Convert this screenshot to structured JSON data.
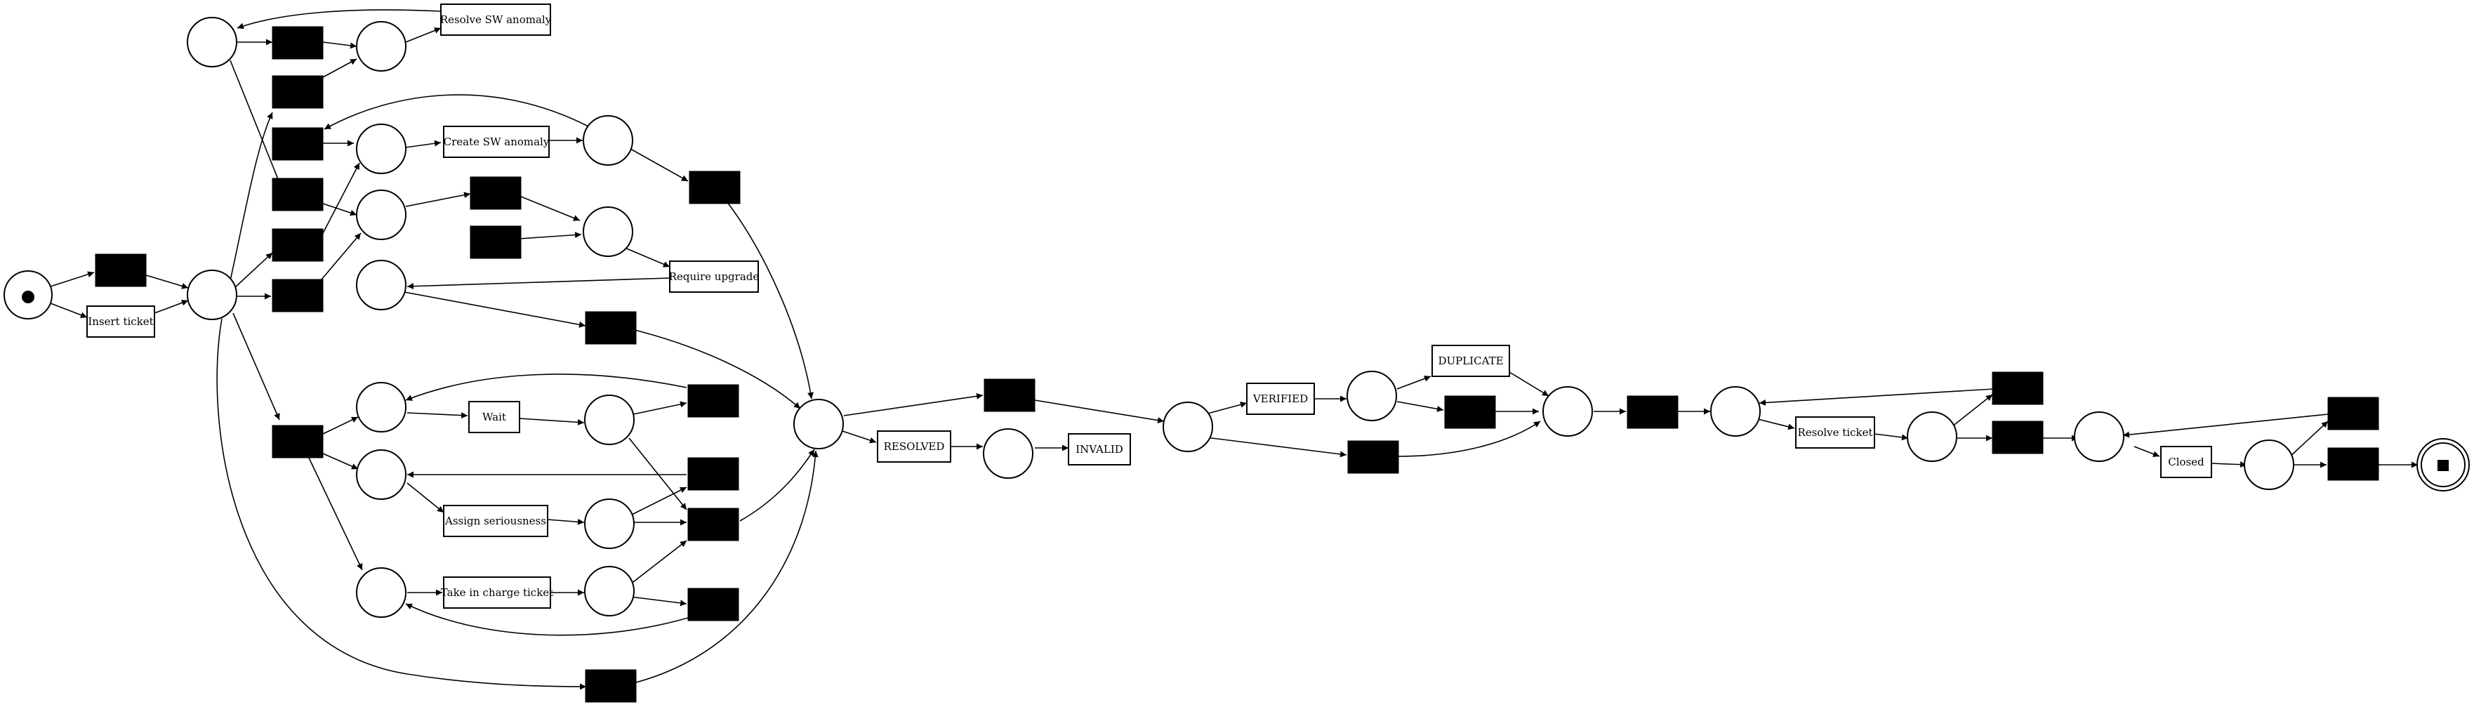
{
  "diagram": {
    "type": "petri-net",
    "tasks": {
      "insert_ticket": "Insert ticket",
      "resolve_sw_anomaly": "Resolve SW anomaly",
      "create_sw_anomaly": "Create SW anomaly",
      "require_upgrade": "Require upgrade",
      "wait": "Wait",
      "assign_seriousness": "Assign seriousness",
      "take_in_charge_ticket": "Take in charge ticket",
      "resolved": "RESOLVED",
      "invalid": "INVALID",
      "verified": "VERIFIED",
      "duplicate": "DUPLICATE",
      "resolve_ticket": "Resolve ticket",
      "closed": "Closed"
    },
    "colors": {
      "stroke": "#000000",
      "silent_fill": "#000000",
      "background": "#ffffff"
    }
  }
}
